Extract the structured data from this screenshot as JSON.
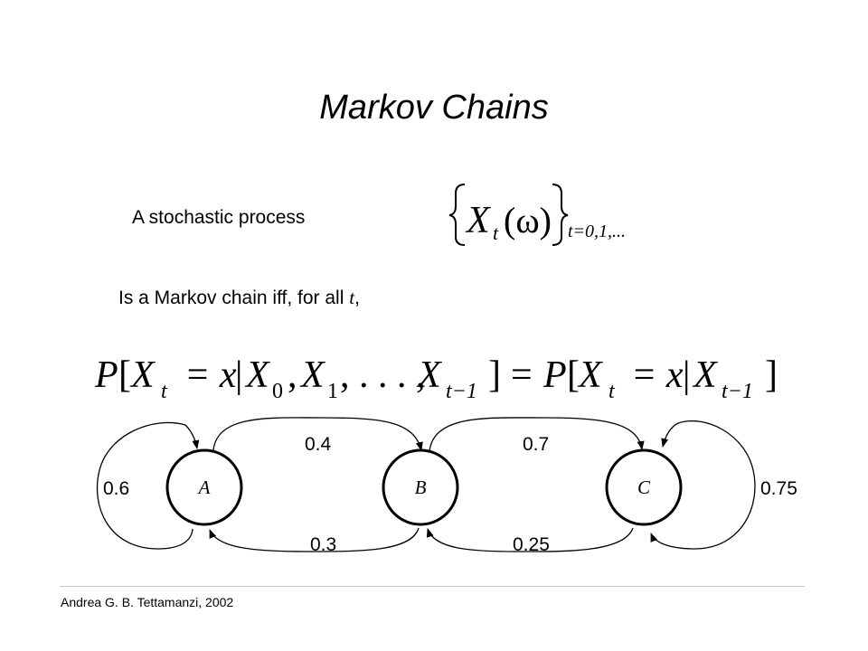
{
  "slide": {
    "title": "Markov Chains",
    "line1": "A stochastic process",
    "line2_prefix": "Is a  Markov chain iff, for all ",
    "line2_var": "t",
    "line2_suffix": ",",
    "footer": "Andrea G. B. Tettamanzi, 2002"
  },
  "process_notation": {
    "X": "X",
    "t": "t",
    "omega": "(ω)",
    "index": "t=0,1,..."
  },
  "formula": {
    "lhs_P": "P",
    "X": "X",
    "t": "t",
    "eq_x": "= x",
    "x0": "0",
    "x1": "1",
    "dots": ", . . . ,",
    "t_minus_1": "t−1",
    "eq": "=",
    "rhs_P": "P",
    "comma": ","
  },
  "diagram": {
    "states": [
      {
        "label": "A"
      },
      {
        "label": "B"
      },
      {
        "label": "C"
      }
    ],
    "transitions": {
      "A_to_A": "0.6",
      "A_to_B": "0.4",
      "B_to_C": "0.7",
      "C_to_C": "0.75",
      "B_to_A": "0.3",
      "C_to_B": "0.25"
    }
  }
}
